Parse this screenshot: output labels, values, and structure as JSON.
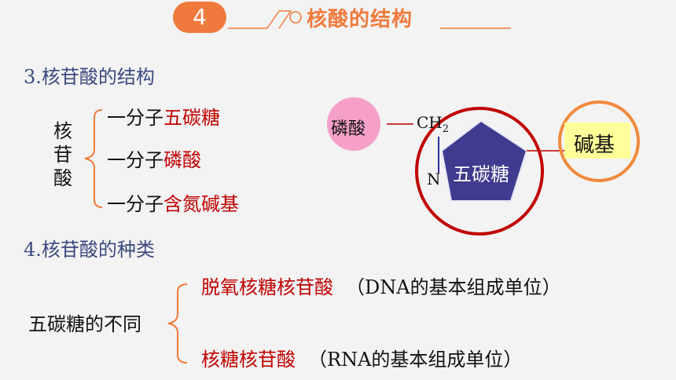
{
  "header": {
    "number": "4",
    "title": "核酸的结构"
  },
  "section3": {
    "heading": "3.核苷酸的结构",
    "label_chars": [
      "核",
      "苷",
      "酸"
    ],
    "items": [
      {
        "prefix": "一分子",
        "highlight": "五碳糖"
      },
      {
        "prefix": "一分子",
        "highlight": "磷酸"
      },
      {
        "prefix": "一分子",
        "highlight": "含氮碱基"
      }
    ]
  },
  "diagram": {
    "phosphate": "磷酸",
    "ch2": "CH",
    "ch2_sub": "2",
    "sugar": "五碳糖",
    "n_label": "N",
    "base": "碱基"
  },
  "section4": {
    "heading": "4.核苷酸的种类",
    "left_label": "五碳糖的不同",
    "items": [
      {
        "name": "脱氧核糖核苷酸",
        "note": "（DNA的基本组成单位）"
      },
      {
        "name": "核糖核苷酸",
        "note": "（RNA的基本组成单位）"
      }
    ]
  },
  "colors": {
    "accent_orange": "#f07a3c",
    "text_red": "#c00000",
    "heading_blue": "#3b4a7e",
    "pentagon": "#3f3b8f",
    "phosphate_pink": "#f4a0c8",
    "base_yellow": "#ffff99"
  }
}
